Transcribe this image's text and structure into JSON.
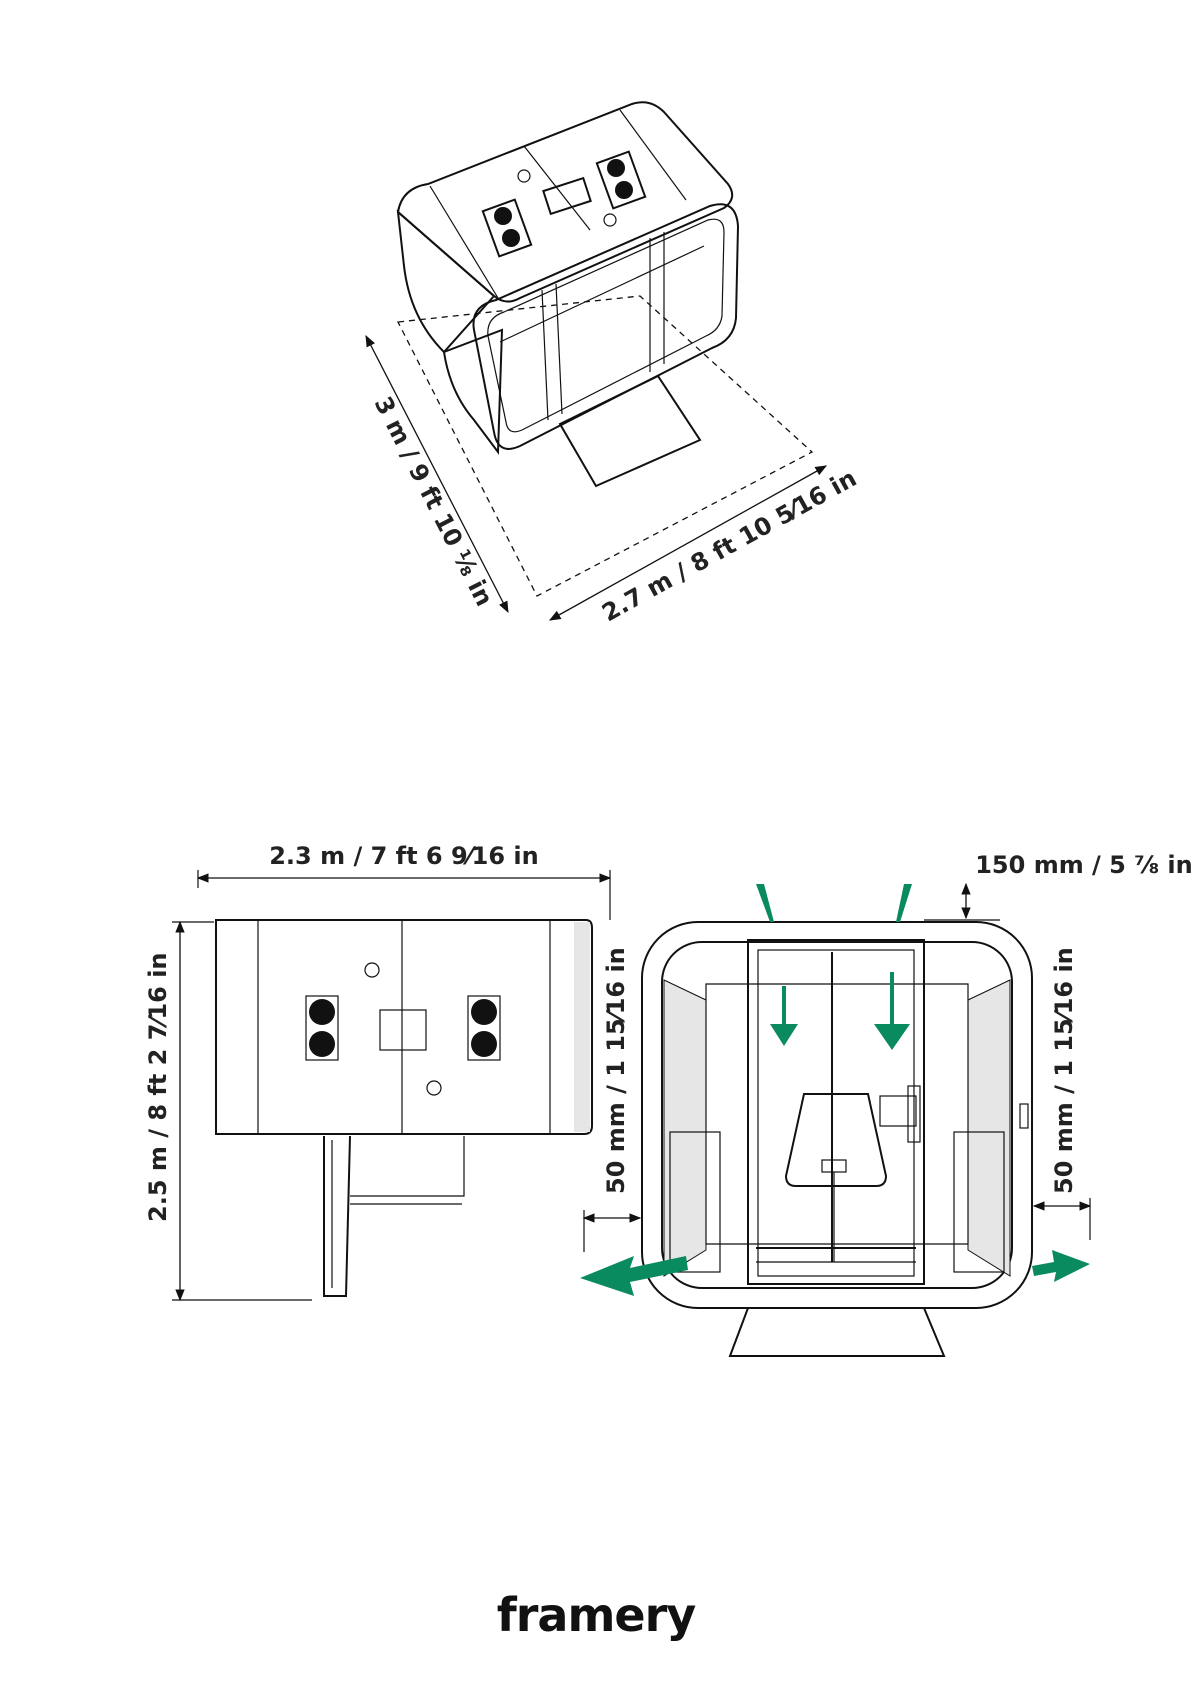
{
  "dimensions": {
    "footprint_depth": "3 m / 9 ft 10 ⅛ in",
    "footprint_width": "2.7 m / 8 ft 10 5⁄16 in",
    "top_width": "2.3 m / 7 ft 6 9⁄16 in",
    "top_depth": "2.5 m / 8 ft 2 7⁄16 in",
    "ceiling_clearance": "150 mm / 5 ⅞ in",
    "side_clearance_left": "50 mm / 1 15⁄16 in",
    "side_clearance_right": "50 mm / 1 15⁄16 in"
  },
  "colors": {
    "line": "#111111",
    "airflow_arrow": "#0a8a5f",
    "label": "#222222",
    "panel_fill": "#e6e6e6"
  },
  "brand": {
    "logo": "framery"
  }
}
